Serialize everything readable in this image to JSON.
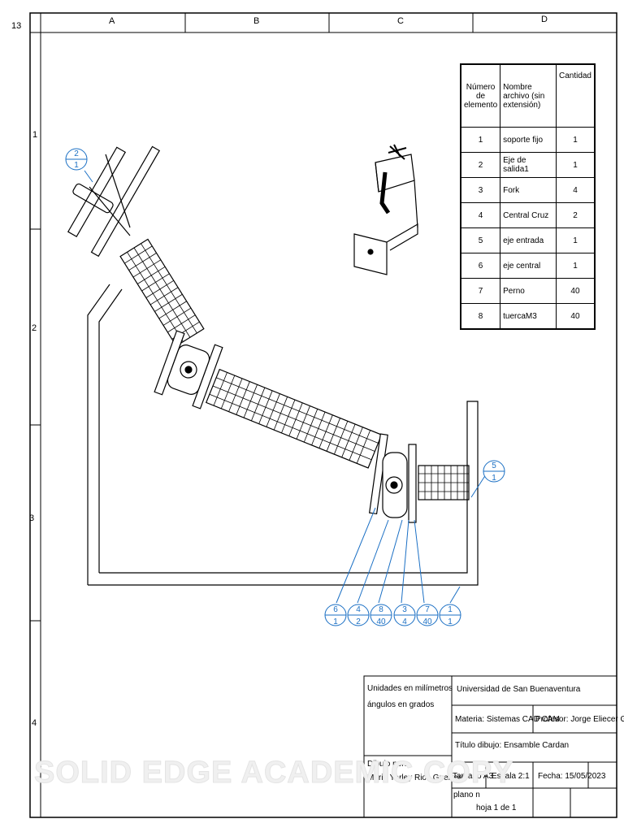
{
  "frame": {
    "columns": [
      "A",
      "B",
      "C",
      "D"
    ],
    "rows": [
      "1",
      "2",
      "3",
      "4"
    ],
    "corner_label": "13"
  },
  "parts_list": {
    "headers": {
      "number": "Número de elemento",
      "name": "Nombre archivo (sin extensión)",
      "qty": "Cantidad"
    },
    "rows": [
      {
        "n": "1",
        "name": "soporte fijo",
        "qty": "1"
      },
      {
        "n": "2",
        "name": "Eje de salida1",
        "qty": "1"
      },
      {
        "n": "3",
        "name": "Fork",
        "qty": "4"
      },
      {
        "n": "4",
        "name": "Central Cruz",
        "qty": "2"
      },
      {
        "n": "5",
        "name": "eje entrada",
        "qty": "1"
      },
      {
        "n": "6",
        "name": "eje central",
        "qty": "1"
      },
      {
        "n": "7",
        "name": "Perno",
        "qty": "40"
      },
      {
        "n": "8",
        "name": "tuercaM3",
        "qty": "40"
      }
    ]
  },
  "balloons": [
    {
      "item": "2",
      "qty": "1"
    },
    {
      "item": "5",
      "qty": "1"
    },
    {
      "item": "6",
      "qty": "1"
    },
    {
      "item": "4",
      "qty": "2"
    },
    {
      "item": "8",
      "qty": "40"
    },
    {
      "item": "3",
      "qty": "4"
    },
    {
      "item": "7",
      "qty": "40"
    },
    {
      "item": "1",
      "qty": "1"
    }
  ],
  "title_block": {
    "units_line1": "Unidades en milímetros",
    "units_line2": "ángulos en grados",
    "university": "Universidad de San Buenaventura",
    "subject": "Materia: Sistemas CAD CAM",
    "professor": "Profesor: Jorge Eliecer Gaitan",
    "drawing_title": "Título dibujo: Ensamble Cardan",
    "drawn_by_label": "Dibujo por:",
    "drawn_by_name": "Maria Yarley Rios Guerrero",
    "size": "Tamaño A3",
    "scale": "Escala 2:1",
    "date": "Fecha: 15/05/2023",
    "plane": "plano n",
    "sheet": "hoja 1 de 1"
  },
  "watermark": "SOLID EDGE ACADEMIC COPY",
  "colors": {
    "balloon": "#1a6fc4",
    "line": "#000000"
  }
}
